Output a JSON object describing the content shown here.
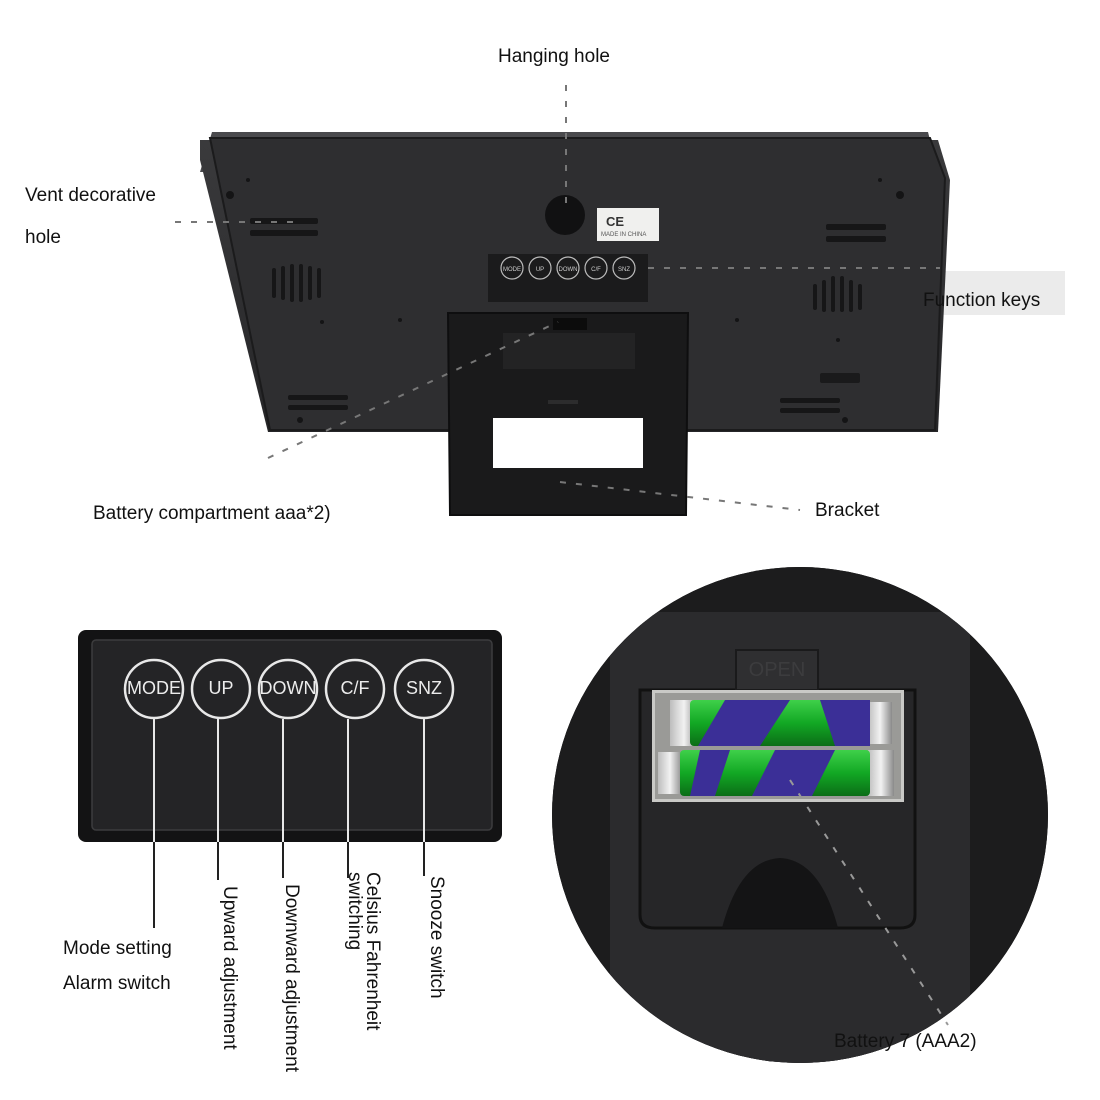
{
  "labels": {
    "hanging_hole": "Hanging hole",
    "vent_line1": "Vent decorative",
    "vent_line2": "hole",
    "function_keys": "Function keys",
    "battery_compartment": "Battery compartment aaa*2)",
    "bracket": "Bracket",
    "mode_line1": "Mode setting",
    "mode_line2": "Alarm switch",
    "upward": "Upward adjustment",
    "downward": "Downward adjustment",
    "celsius_line1": "Celsius Fahrenheit",
    "celsius_line2": "switching",
    "snooze": "Snooze switch",
    "battery7": "Battery 7 (AAA2)"
  },
  "buttons": [
    "MODE",
    "UP",
    "DOWN",
    "C/F",
    "SNZ"
  ],
  "device": {
    "ce_mark": "CE",
    "made_in": "MADE IN CHINA",
    "open_tab": "OPEN"
  }
}
